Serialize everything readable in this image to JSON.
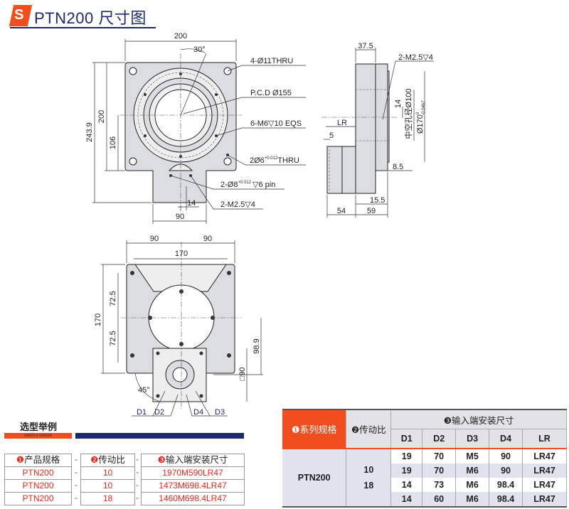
{
  "header": {
    "title": "PTN200 尺寸图",
    "logo_letter": "S",
    "brand_color": "#f04e1f",
    "navy": "#1c2a6b"
  },
  "front_view": {
    "dim_width": "200",
    "angle": "30°",
    "dim_total_height": "243.9",
    "dim_height": "200",
    "dim_center": "106",
    "dim_14": "14",
    "dim_90": "90",
    "callouts": [
      "4-Ø11THRU",
      "P.C.D Ø155",
      "6-M6▽10 EQS",
      "2Ø6",
      "THRU",
      "2-Ø8",
      "▽6 pin",
      "2-M2.5▽4"
    ],
    "tol_top": "+0.012",
    "tol_bottom": "0"
  },
  "side_view": {
    "dim_37_5": "37.5",
    "callout": "2-M2.5▽4",
    "dim_14": "14",
    "bore": "中空孔径Ø100",
    "od": "Ø170",
    "od_tol_top": "0",
    "od_tol_bottom": "-0.04h7",
    "lr": "LR",
    "dim_5": "5",
    "dim_8_5": "8.5",
    "dim_15_5": "15.5",
    "dim_54": "54",
    "dim_59": "59"
  },
  "bottom_view": {
    "dim_90a": "90",
    "dim_90b": "90",
    "dim_170": "170",
    "dim_170v": "170",
    "dim_72_5a": "72.5",
    "dim_72_5b": "72.5",
    "dim_98_9": "98.9",
    "dim_sq90": "□90",
    "angle": "45°",
    "labels": [
      "D1",
      "D2",
      "D4",
      "D3"
    ]
  },
  "sample_order": {
    "title": "选型举例",
    "subtitle": "SAMPLE ORDER",
    "headers": [
      {
        "num": "❶",
        "text": "产品规格"
      },
      {
        "num": "❷",
        "text": "传动比"
      },
      {
        "num": "❸",
        "text": "输入端安装尺寸"
      }
    ],
    "separator": "-",
    "rows": [
      [
        "PTN200",
        "10",
        "1970M590LR47"
      ],
      [
        "PTN200",
        "10",
        "1473M698.4LR47"
      ],
      [
        "PTN200",
        "18",
        "1460M698.4LR47"
      ]
    ]
  },
  "spec_table": {
    "h_series": "❶系列规格",
    "h_ratio": "❷传动比",
    "h_input": "❸输入端安装尺寸",
    "columns": [
      "D1",
      "D2",
      "D3",
      "D4",
      "LR"
    ],
    "series": "PTN200",
    "ratios": [
      "10",
      "18"
    ],
    "rows": [
      [
        "19",
        "70",
        "M5",
        "90",
        "LR47"
      ],
      [
        "19",
        "70",
        "M6",
        "90",
        "LR47"
      ],
      [
        "14",
        "73",
        "M6",
        "98.4",
        "LR47"
      ],
      [
        "14",
        "60",
        "M6",
        "98.4",
        "LR47"
      ]
    ]
  }
}
